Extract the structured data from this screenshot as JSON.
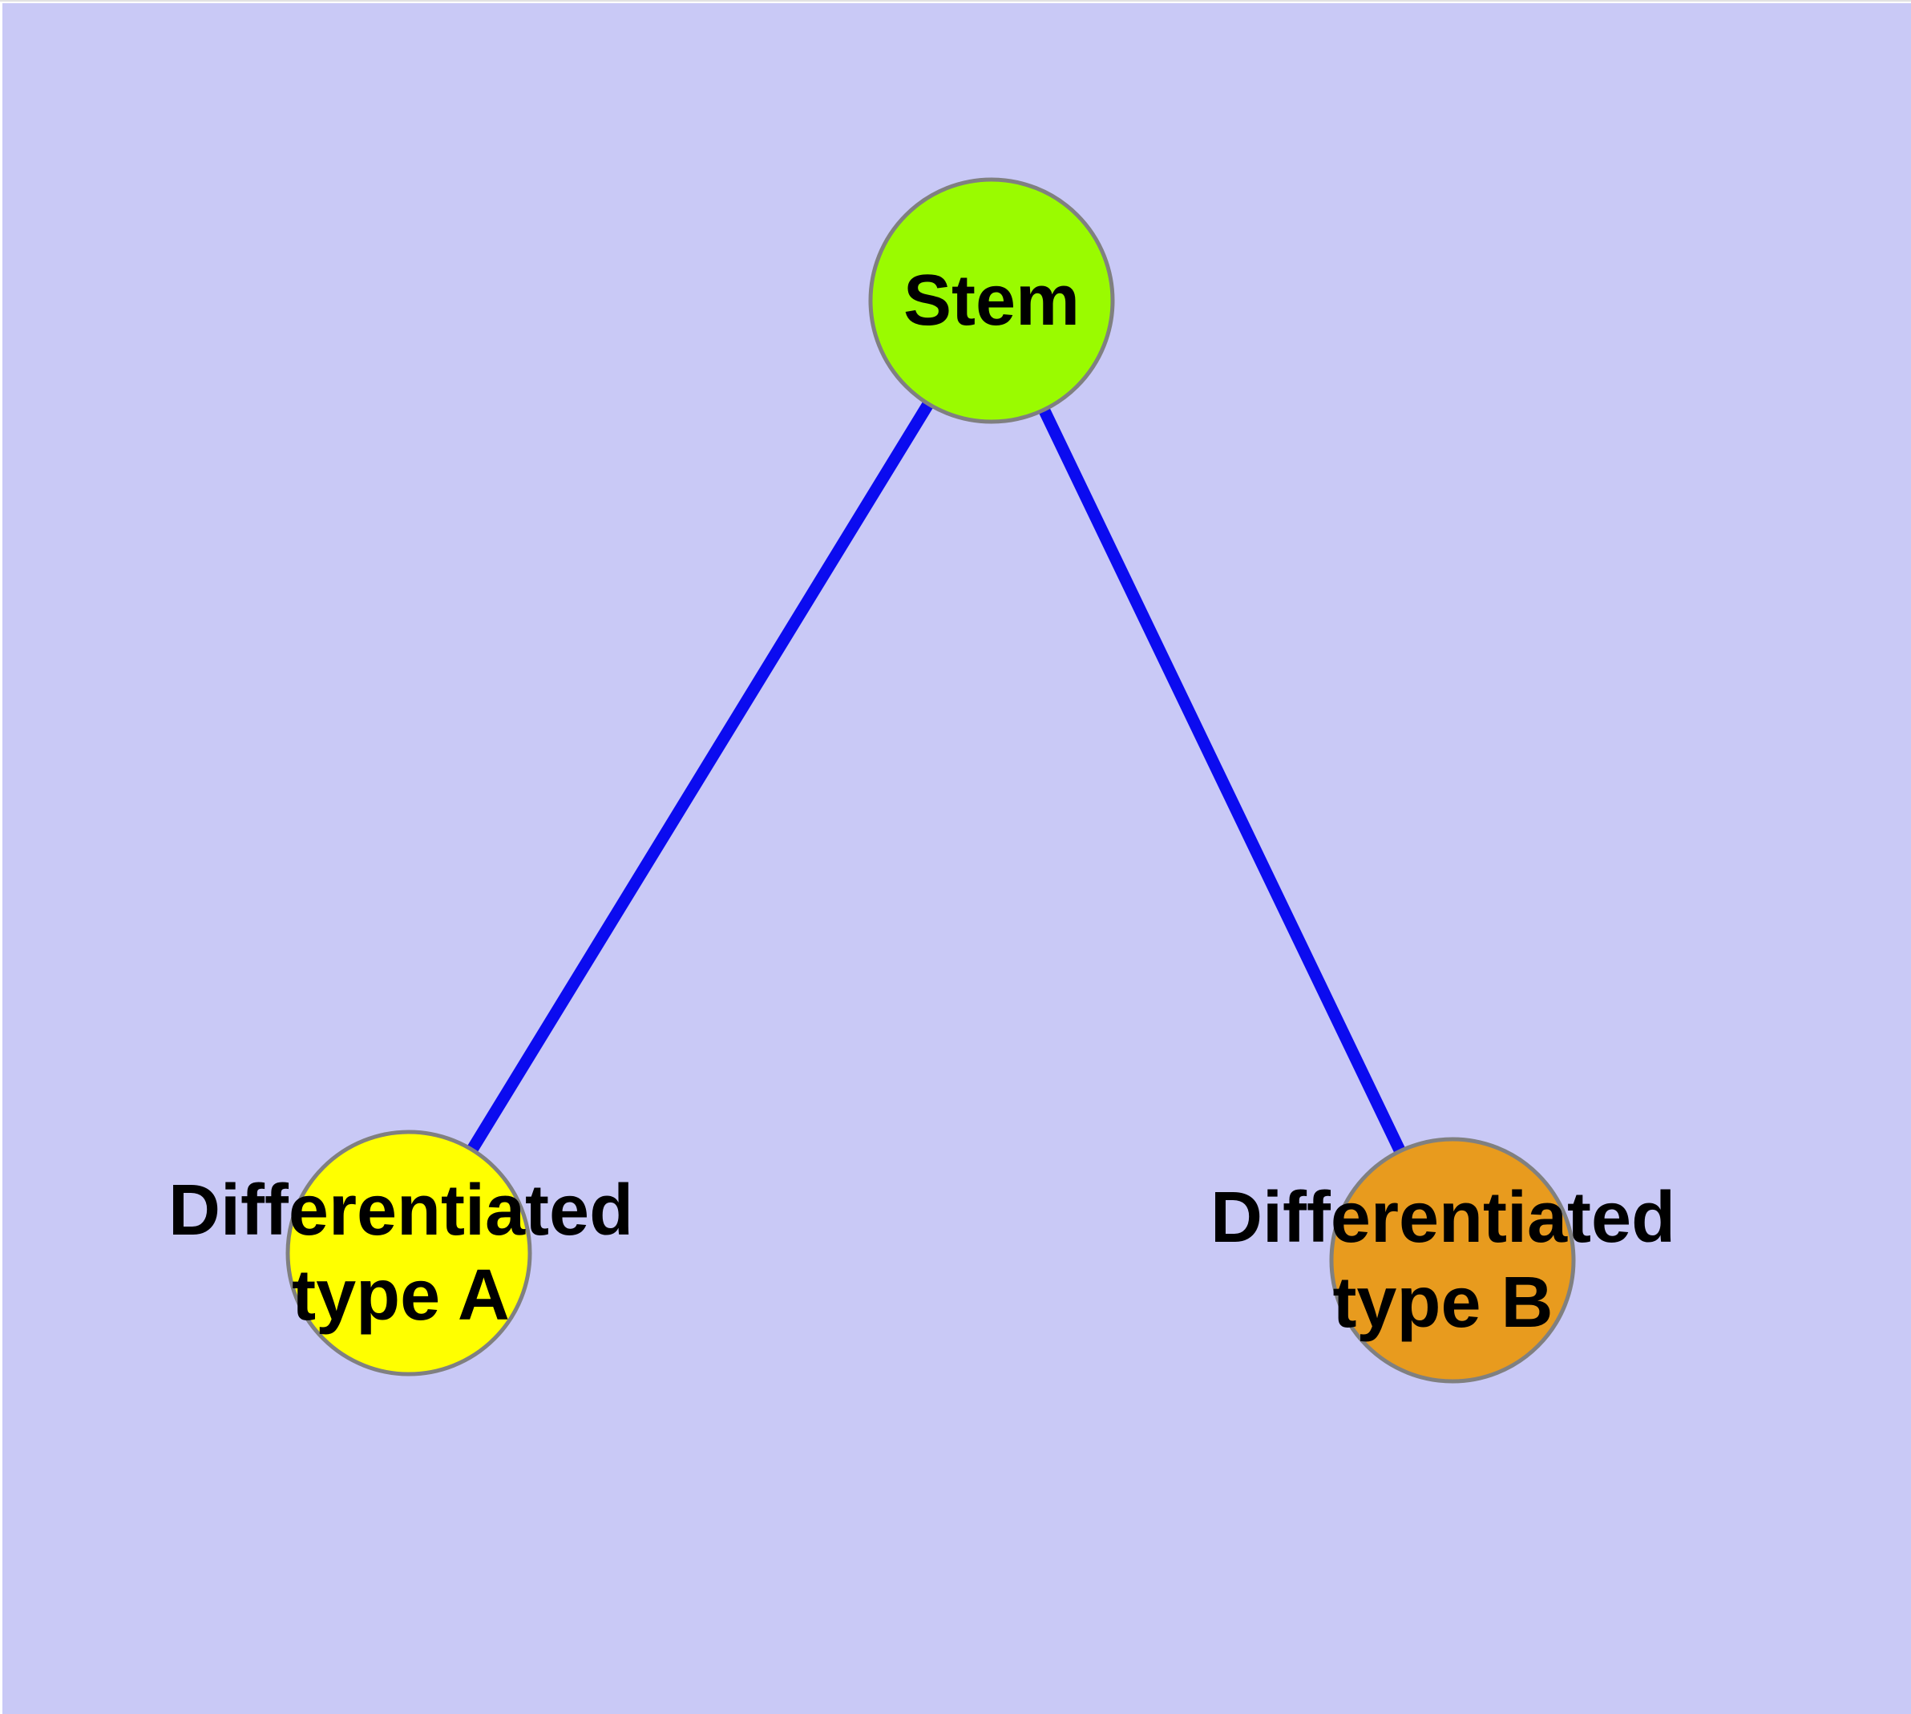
{
  "diagram": {
    "type": "node-link-graph",
    "background_color": "#c9c9f6",
    "edge_color": "#0b0bf0",
    "node_border_color": "#808080",
    "text_color": "#000000",
    "nodes": {
      "stem": {
        "label": "Stem",
        "fill": "#9afb00"
      },
      "type_a": {
        "label": "Differentiated\ntype A",
        "fill": "#ffff00"
      },
      "type_b": {
        "label": "Differentiated\ntype B",
        "fill": "#e89b1e"
      }
    },
    "edges": [
      {
        "from": "stem",
        "to": "type_a"
      },
      {
        "from": "stem",
        "to": "type_b"
      }
    ]
  }
}
